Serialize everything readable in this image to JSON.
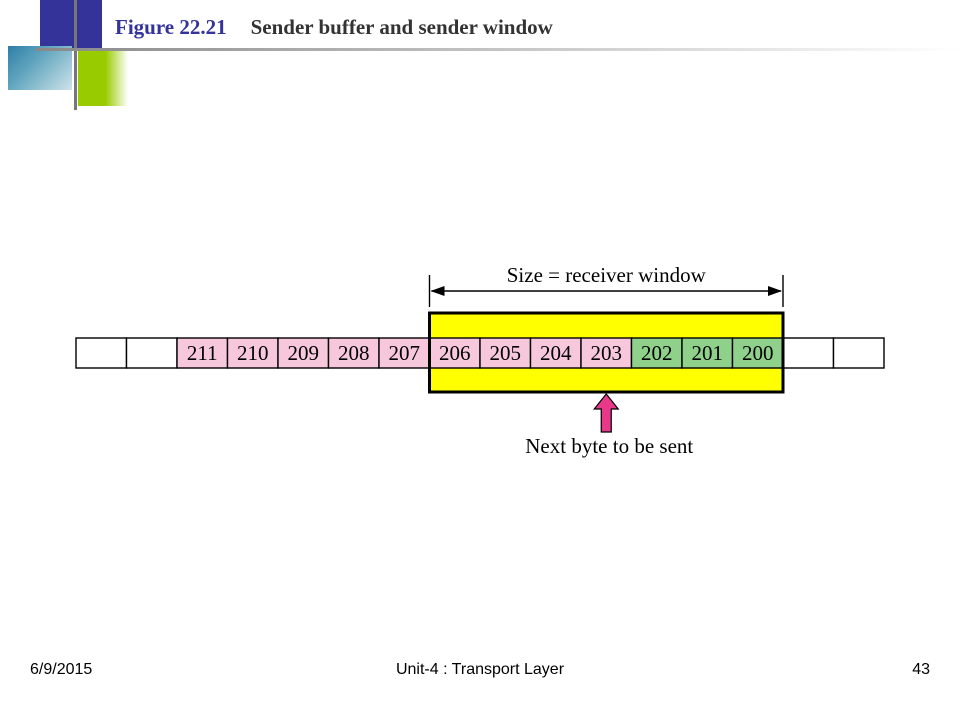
{
  "title": {
    "figure_number": "Figure 22.21",
    "figure_title": "Sender buffer and sender window"
  },
  "diagram": {
    "window_label": "Size = receiver window",
    "arrow_label": "Next byte to be sent",
    "cells": [
      {
        "label": "",
        "state": "empty"
      },
      {
        "label": "",
        "state": "empty"
      },
      {
        "label": "211",
        "state": "pending"
      },
      {
        "label": "210",
        "state": "pending"
      },
      {
        "label": "209",
        "state": "pending"
      },
      {
        "label": "208",
        "state": "pending"
      },
      {
        "label": "207",
        "state": "pending"
      },
      {
        "label": "206",
        "state": "pending"
      },
      {
        "label": "205",
        "state": "pending"
      },
      {
        "label": "204",
        "state": "pending"
      },
      {
        "label": "203",
        "state": "pending"
      },
      {
        "label": "202",
        "state": "sent"
      },
      {
        "label": "201",
        "state": "sent"
      },
      {
        "label": "200",
        "state": "sent"
      },
      {
        "label": "",
        "state": "empty"
      },
      {
        "label": "",
        "state": "empty"
      }
    ],
    "window_cell_range": [
      7,
      13
    ],
    "next_byte_cell_index": 10,
    "colors": {
      "pending": "#f7c8dc",
      "sent": "#8fd18a",
      "empty": "#ffffff",
      "window": "#ffff00",
      "arrow": "#e8388a"
    }
  },
  "footer": {
    "date": "6/9/2015",
    "center": "Unit-4 : Transport Layer",
    "page": "43"
  }
}
